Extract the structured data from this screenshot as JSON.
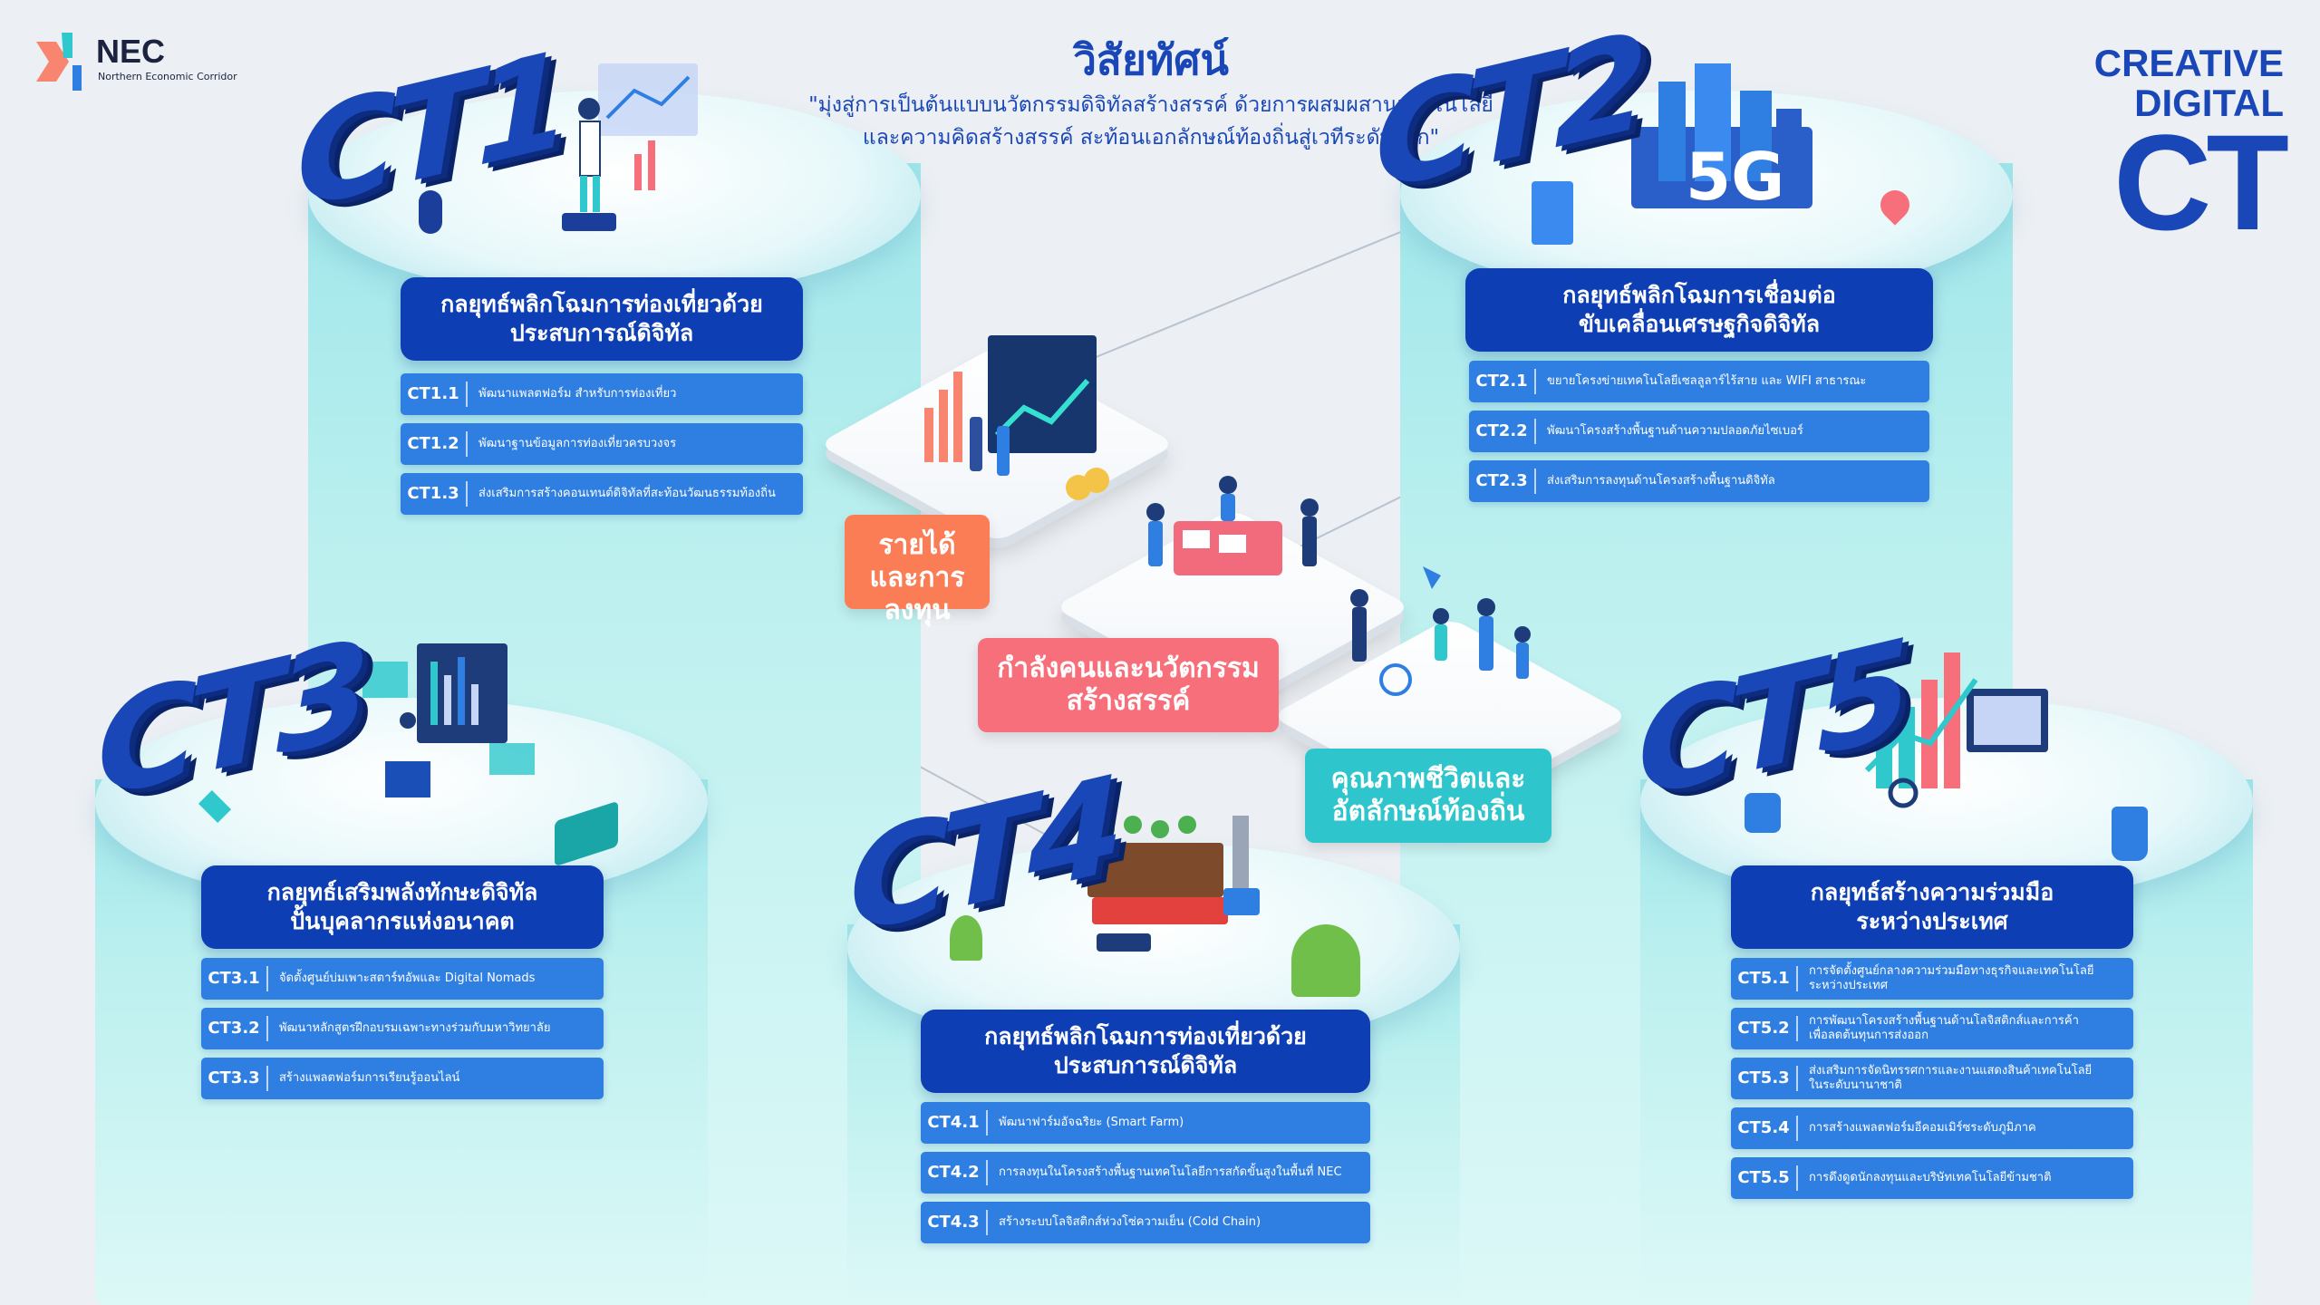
{
  "logo": {
    "name": "NEC",
    "subtitle": "Northern Economic Corridor"
  },
  "vision": {
    "title": "วิสัยทัศน์",
    "line1": "\"มุ่งสู่การเป็นต้นแบบนวัตกรรมดิจิทัลสร้างสรรค์ ด้วยการผสมผสานเทคโนโลยี",
    "line2": "และความคิดสร้างสรรค์ สะท้อนเอกลักษณ์ท้องถิ่นสู่เวทีระดับโลก\""
  },
  "brand": {
    "line1": "CREATIVE",
    "line2": "DIGITAL",
    "mark": "CT"
  },
  "center": {
    "revenue": "รายได้\nและการลงทุน",
    "workforce": "กำลังคนและนวัตกรรม\nสร้างสรรค์",
    "quality": "คุณภาพชีวิตและ\nอัตลักษณ์ท้องถิ่น",
    "icon_5g": "5G"
  },
  "colors": {
    "header": "#0d3eb3",
    "item": "#2f7fe2",
    "revenue": "#fb7d55",
    "workforce": "#f76f7a",
    "quality": "#2ec6cc"
  },
  "strategies": [
    {
      "code": "CT1",
      "title": "กลยุทธ์พลิกโฉมการท่องเที่ยวด้วย\nประสบการณ์ดิจิทัล",
      "items": [
        {
          "code": "CT1.1",
          "text": "พัฒนาแพลตฟอร์ม สำหรับการท่องเที่ยว"
        },
        {
          "code": "CT1.2",
          "text": "พัฒนาฐานข้อมูลการท่องเที่ยวครบวงจร"
        },
        {
          "code": "CT1.3",
          "text": "ส่งเสริมการสร้างคอนเทนต์ดิจิทัลที่สะท้อนวัฒนธรรมท้องถิ่น"
        }
      ]
    },
    {
      "code": "CT2",
      "title": "กลยุทธ์พลิกโฉมการเชื่อมต่อ\nขับเคลื่อนเศรษฐกิจดิจิทัล",
      "items": [
        {
          "code": "CT2.1",
          "text": "ขยายโครงข่ายเทคโนโลยีเซลลูลาร์ไร้สาย และ WIFI สาธารณะ"
        },
        {
          "code": "CT2.2",
          "text": "พัฒนาโครงสร้างพื้นฐานด้านความปลอดภัยไซเบอร์"
        },
        {
          "code": "CT2.3",
          "text": "ส่งเสริมการลงทุนด้านโครงสร้างพื้นฐานดิจิทัล"
        }
      ]
    },
    {
      "code": "CT3",
      "title": "กลยุทธ์เสริมพลังทักษะดิจิทัล\nปั้นบุคลากรแห่งอนาคต",
      "items": [
        {
          "code": "CT3.1",
          "text": "จัดตั้งศูนย์บ่มเพาะสตาร์ทอัพและ Digital Nomads"
        },
        {
          "code": "CT3.2",
          "text": "พัฒนาหลักสูตรฝึกอบรมเฉพาะทางร่วมกับมหาวิทยาลัย"
        },
        {
          "code": "CT3.3",
          "text": "สร้างแพลตฟอร์มการเรียนรู้ออนไลน์"
        }
      ]
    },
    {
      "code": "CT4",
      "title": "กลยุทธ์พลิกโฉมการท่องเที่ยวด้วย\nประสบการณ์ดิจิทัล",
      "items": [
        {
          "code": "CT4.1",
          "text": "พัฒนาฟาร์มอัจฉริยะ (Smart Farm)"
        },
        {
          "code": "CT4.2",
          "text": "การลงทุนในโครงสร้างพื้นฐานเทคโนโลยีการสกัดขั้นสูงในพื้นที่ NEC"
        },
        {
          "code": "CT4.3",
          "text": "สร้างระบบโลจิสติกส์ห่วงโซ่ความเย็น (Cold Chain)"
        }
      ]
    },
    {
      "code": "CT5",
      "title": "กลยุทธ์สร้างความร่วมมือ\nระหว่างประเทศ",
      "items": [
        {
          "code": "CT5.1",
          "text": "การจัดตั้งศูนย์กลางความร่วมมือทางธุรกิจและเทคโนโลยี\nระหว่างประเทศ"
        },
        {
          "code": "CT5.2",
          "text": "การพัฒนาโครงสร้างพื้นฐานด้านโลจิสติกส์และการค้า\nเพื่อลดต้นทุนการส่งออก"
        },
        {
          "code": "CT5.3",
          "text": "ส่งเสริมการจัดนิทรรศการและงานแสดงสินค้าเทคโนโลยี\nในระดับนานาชาติ"
        },
        {
          "code": "CT5.4",
          "text": "การสร้างแพลตฟอร์มอีคอมเมิร์ซระดับภูมิภาค"
        },
        {
          "code": "CT5.5",
          "text": "การดึงดูดนักลงทุนและบริษัทเทคโนโลยีข้ามชาติ"
        }
      ]
    }
  ]
}
